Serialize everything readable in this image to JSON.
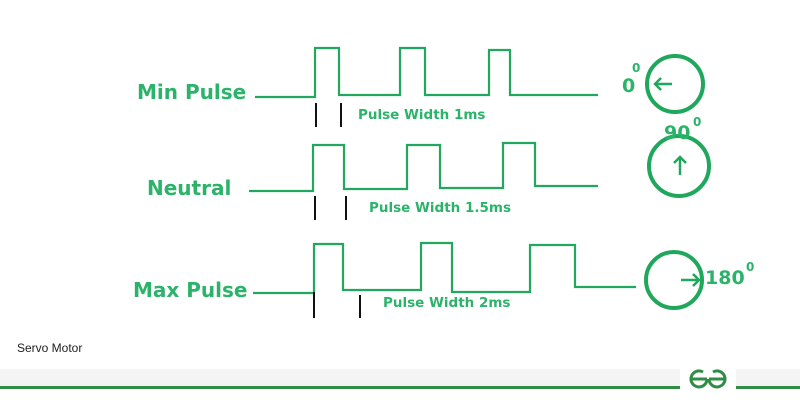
{
  "diagram": {
    "rows": [
      {
        "label": "Min Pulse",
        "pulse_width": "Pulse Width 1ms",
        "angle": "0",
        "degree": "0"
      },
      {
        "label": "Neutral",
        "pulse_width": "Pulse Width 1.5ms",
        "angle": "90",
        "degree": "0"
      },
      {
        "label": "Max Pulse",
        "pulse_width": "Pulse Width 2ms",
        "angle": "180",
        "degree": "0"
      }
    ],
    "colors": {
      "signal": "#22a85e",
      "text": "#2cb36a",
      "brand": "#2f8d46"
    }
  },
  "caption": "Servo Motor",
  "logo": {
    "text": "GfG",
    "icon": "geeksforgeeks-logo-icon"
  }
}
